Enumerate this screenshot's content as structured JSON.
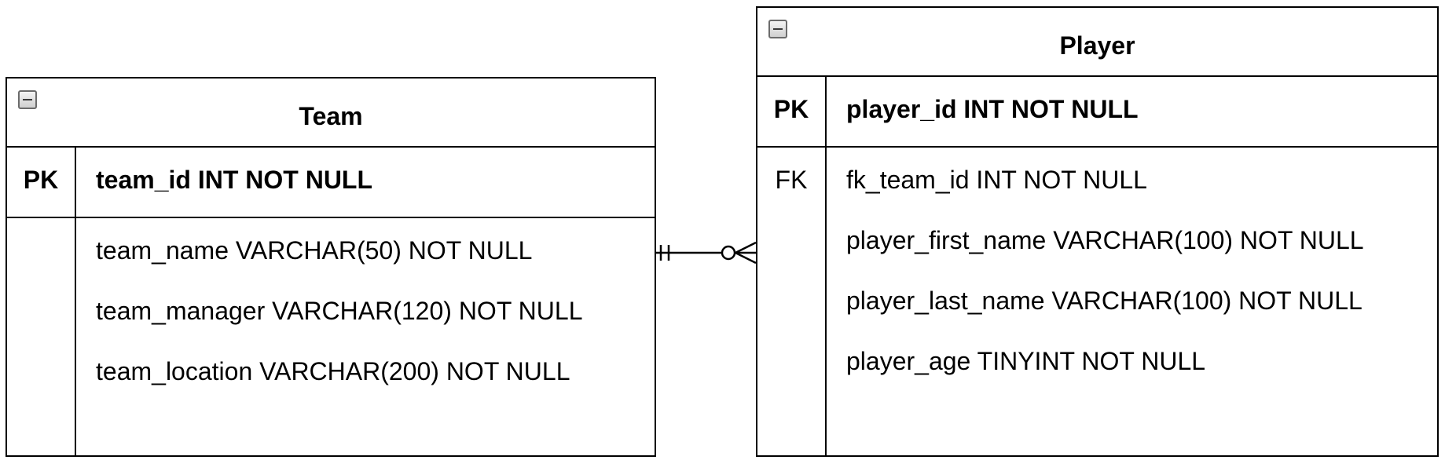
{
  "entities": {
    "team": {
      "title": "Team",
      "pk": {
        "key": "PK",
        "field": "team_id INT NOT NULL"
      },
      "attributes": [
        "team_name VARCHAR(50) NOT NULL",
        "team_manager VARCHAR(120) NOT NULL",
        "team_location VARCHAR(200) NOT NULL"
      ]
    },
    "player": {
      "title": "Player",
      "pk": {
        "key": "PK",
        "field": "player_id INT NOT NULL"
      },
      "fk": {
        "key": "FK",
        "field": "fk_team_id INT NOT NULL"
      },
      "attributes": [
        "player_first_name VARCHAR(100) NOT NULL",
        "player_last_name VARCHAR(100) NOT NULL",
        "player_age TINYINT NOT NULL"
      ]
    }
  },
  "relationship": {
    "from": "team",
    "to": "player",
    "from_cardinality": "exactly-one",
    "to_cardinality": "zero-or-many"
  },
  "colors": {
    "stroke": "#000000",
    "background": "#ffffff",
    "toggle_border": "#6b6b6b"
  },
  "icons": {
    "collapse": "collapse-minus-icon"
  }
}
